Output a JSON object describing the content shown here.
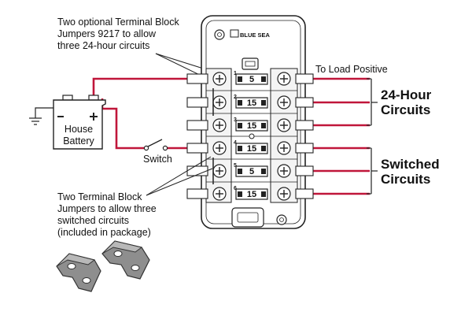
{
  "annotations": {
    "optional_jumpers": [
      "Two optional Terminal Block",
      "Jumpers 9217 to allow",
      "three 24-hour circuits"
    ],
    "included_jumpers": [
      "Two Terminal Block",
      "Jumpers to allow three",
      "switched circuits",
      "(included in package)"
    ],
    "load_positive": "To Load Positive",
    "switch": "Switch",
    "battery": [
      "House",
      "Battery"
    ]
  },
  "groups": {
    "hour24": [
      "24-Hour",
      "Circuits"
    ],
    "switched": [
      "Switched",
      "Circuits"
    ]
  },
  "brand": "BLUE SEA",
  "fuses": [
    {
      "slot": "1",
      "value": "5"
    },
    {
      "slot": "2",
      "value": "15"
    },
    {
      "slot": "3",
      "value": "15"
    },
    {
      "slot": "4",
      "value": "15"
    },
    {
      "slot": "5",
      "value": "5"
    },
    {
      "slot": "6",
      "value": "15"
    }
  ],
  "colors": {
    "wire": "#c0163a",
    "housing": "#ffffff",
    "outline": "#222222",
    "jumper_metal": "#8e8e8e"
  }
}
